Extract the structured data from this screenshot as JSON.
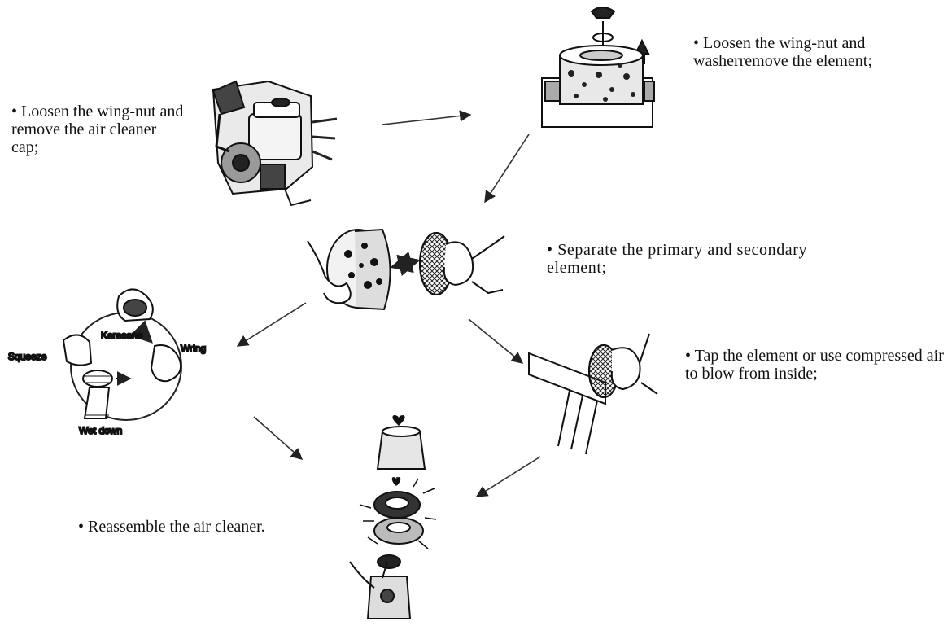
{
  "steps": {
    "step1": "• Loosen the wing-nut and remove the air cleaner cap;",
    "step2": "• Loosen the wing-nut and washerremove the element;",
    "step3": "• Separate the primary and secondary element;",
    "step4": "• Tap the element or use compressed air to blow from inside;",
    "step5": "• Reassemble the air cleaner."
  },
  "cycle_labels": {
    "keresene": "Keresene",
    "wring": "Wring",
    "squeeze": "Squeeze",
    "wet_down": "Wet down"
  },
  "icons": [
    "engine-icon",
    "element-removal-icon",
    "element-separation-icon",
    "cleaning-cycle-icon",
    "tap-element-icon",
    "reassembly-icon"
  ],
  "colors": {
    "ink": "#111111",
    "paper": "#ffffff"
  }
}
